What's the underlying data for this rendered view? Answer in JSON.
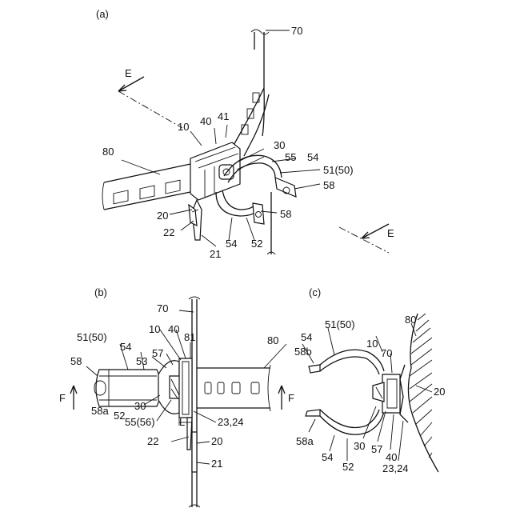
{
  "panels": {
    "a": {
      "tag": "(a)"
    },
    "b": {
      "tag": "(b)"
    },
    "c": {
      "tag": "(c)"
    }
  },
  "labels_a": {
    "wall": "70",
    "belt": "80",
    "clip": "10",
    "part40": "40",
    "part41": "41",
    "part30": "30",
    "part55": "55",
    "part54a": "54",
    "part51": "51(50)",
    "part58a": "58",
    "part58b": "58",
    "part20": "20",
    "part22": "22",
    "part21": "21",
    "part54b": "54",
    "part52": "52",
    "view_left": "E",
    "view_right": "E"
  },
  "labels_b": {
    "wall": "70",
    "belt": "80",
    "part51": "51(50)",
    "part54": "54",
    "part10": "10",
    "part40": "40",
    "part81": "81",
    "part53": "53",
    "part57": "57",
    "part58": "58",
    "part58a": "58a",
    "part52": "52",
    "part30": "30",
    "part55": "55(56)",
    "dimL": "L",
    "part2324": "23,24",
    "part22": "22",
    "part20": "20",
    "part21": "21",
    "sectionL": "F",
    "sectionR": "F"
  },
  "labels_c": {
    "part51": "51(50)",
    "part54a": "54",
    "part58b": "58b",
    "part10": "10",
    "part70": "70",
    "part80": "80",
    "part20": "20",
    "part58a": "58a",
    "part54b": "54",
    "part52": "52",
    "part30": "30",
    "part57": "57",
    "part40": "40",
    "part2324": "23,24"
  }
}
